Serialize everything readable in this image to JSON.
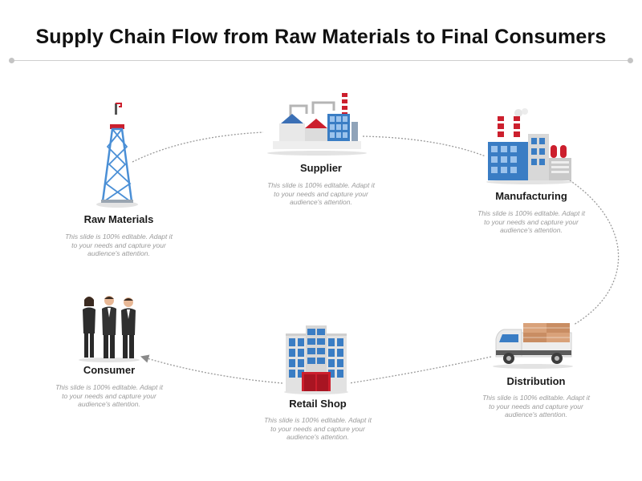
{
  "title": "Supply Chain Flow from Raw Materials to Final Consumers",
  "nodes": [
    {
      "label": "Raw Materials",
      "icon": "oil-derrick-icon",
      "description": "This slide is 100% editable. Adapt it to your needs and capture your audience's attention."
    },
    {
      "label": "Supplier",
      "icon": "factory-plant-icon",
      "description": "This slide is 100% editable. Adapt it to your needs and capture your audience's attention."
    },
    {
      "label": "Manufacturing",
      "icon": "manufacturing-plant-icon",
      "description": "This slide is 100% editable. Adapt it to your needs and capture your audience's attention."
    },
    {
      "label": "Distribution",
      "icon": "delivery-truck-icon",
      "description": "This slide is 100% editable. Adapt it to your needs and capture your audience's attention."
    },
    {
      "label": "Retail Shop",
      "icon": "office-building-icon",
      "description": "This slide is 100% editable. Adapt it to your needs and capture your audience's attention."
    },
    {
      "label": "Consumer",
      "icon": "business-people-icon",
      "description": "This slide is 100% editable. Adapt it to your needs and capture your audience's attention."
    }
  ],
  "colors": {
    "accent": "#cc1f2d",
    "blue": "#3a7dc4",
    "grey": "#b9bec4",
    "dark": "#2b2b2b"
  }
}
